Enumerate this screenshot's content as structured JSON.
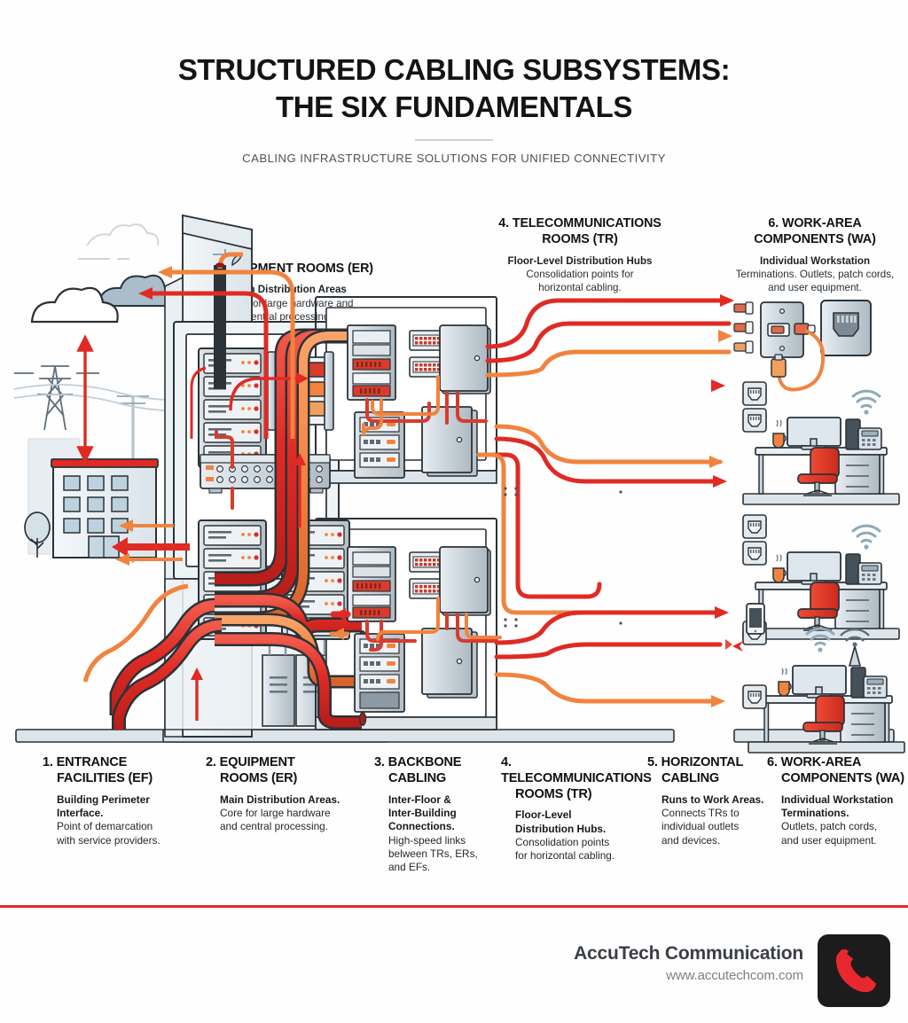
{
  "header": {
    "title_line1": "Structured Cabling Subsystems:",
    "title_line2": "The Six Fundamentals",
    "subtitle": "Cabling Infrastructure Solutions for Unified Connectivity"
  },
  "callouts": [
    {
      "id": "er",
      "heading": "2. Equipment Rooms (ER)",
      "sub": "Main Distribution Areas",
      "body_line1": "Core for large hardware and",
      "body_line2": "central processing."
    },
    {
      "id": "tr",
      "heading_line1": "4. Telecommunications",
      "heading_line2": "Rooms (TR)",
      "sub": "Floor-Level Distribution Hubs",
      "body_line1": "Consolidation points for",
      "body_line2": "horizontal cabling."
    },
    {
      "id": "wa",
      "heading_line1": "6. Work-Area",
      "heading_line2": "Components (WA)",
      "sub": "Individual Workstation",
      "body_line1": "Terminations. Outlets, patch cords,",
      "body_line2": "and user equipment."
    }
  ],
  "legend": [
    {
      "number": "1. Entrance",
      "number_cont": "Facilities (EF)",
      "strong_line1": "Building Perimeter",
      "strong_line2": "Interface.",
      "text_line1": "Point of demarcation",
      "text_line2": "with service providers.",
      "text_line3": "",
      "text_line4": ""
    },
    {
      "number": "2. Equipment",
      "number_cont": "Rooms (ER)",
      "strong_line1": "Main Distribution Areas.",
      "strong_line2": "",
      "text_line1": "Core for large hardware",
      "text_line2": "and central processing.",
      "text_line3": "",
      "text_line4": ""
    },
    {
      "number": "3. Backbone",
      "number_cont": "Cabling",
      "strong_line1": "Inter-Floor &",
      "strong_line2": "Inter-Building",
      "strong_line3": "Connections.",
      "text_line1": "High-speed links",
      "text_line2": "belween TRs, ERs,",
      "text_line3": "and EFs.",
      "text_line4": ""
    },
    {
      "number": "4. Telecommunications",
      "number_cont": "Rooms (TR)",
      "strong_line1": "Floor-Level",
      "strong_line2": "Distribution Hubs.",
      "text_line1": "Consolidation points",
      "text_line2": "for horizontal cabling.",
      "text_line3": "",
      "text_line4": ""
    },
    {
      "number": "5. Horizontal",
      "number_cont": "Cabling",
      "strong_line1": "Runs to Work Areas.",
      "strong_line2": "",
      "text_line1": "Connects TRs to",
      "text_line2": "individual outlets",
      "text_line3": "and devices.",
      "text_line4": ""
    },
    {
      "number": "6. Work-Area",
      "number_cont": "Components (WA)",
      "strong_line1": "Individual Workstation",
      "strong_line2": "Terminations.",
      "text_line1": "Outlets, patch cords,",
      "text_line2": "and user equipment.",
      "text_line3": "",
      "text_line4": ""
    }
  ],
  "footer": {
    "brand_name": "AccuTech Communication",
    "brand_url": "www.accutechcom.com",
    "logo_icon": "phone-handset-icon"
  },
  "colors": {
    "accent_red": "#e8282e",
    "cable_red": "#e02a24",
    "cable_orange": "#f2833e",
    "panel_gray": "#dfe6ea",
    "outline": "#2b3238",
    "chair_red": "#e23b2e",
    "background": "#fefefe"
  }
}
